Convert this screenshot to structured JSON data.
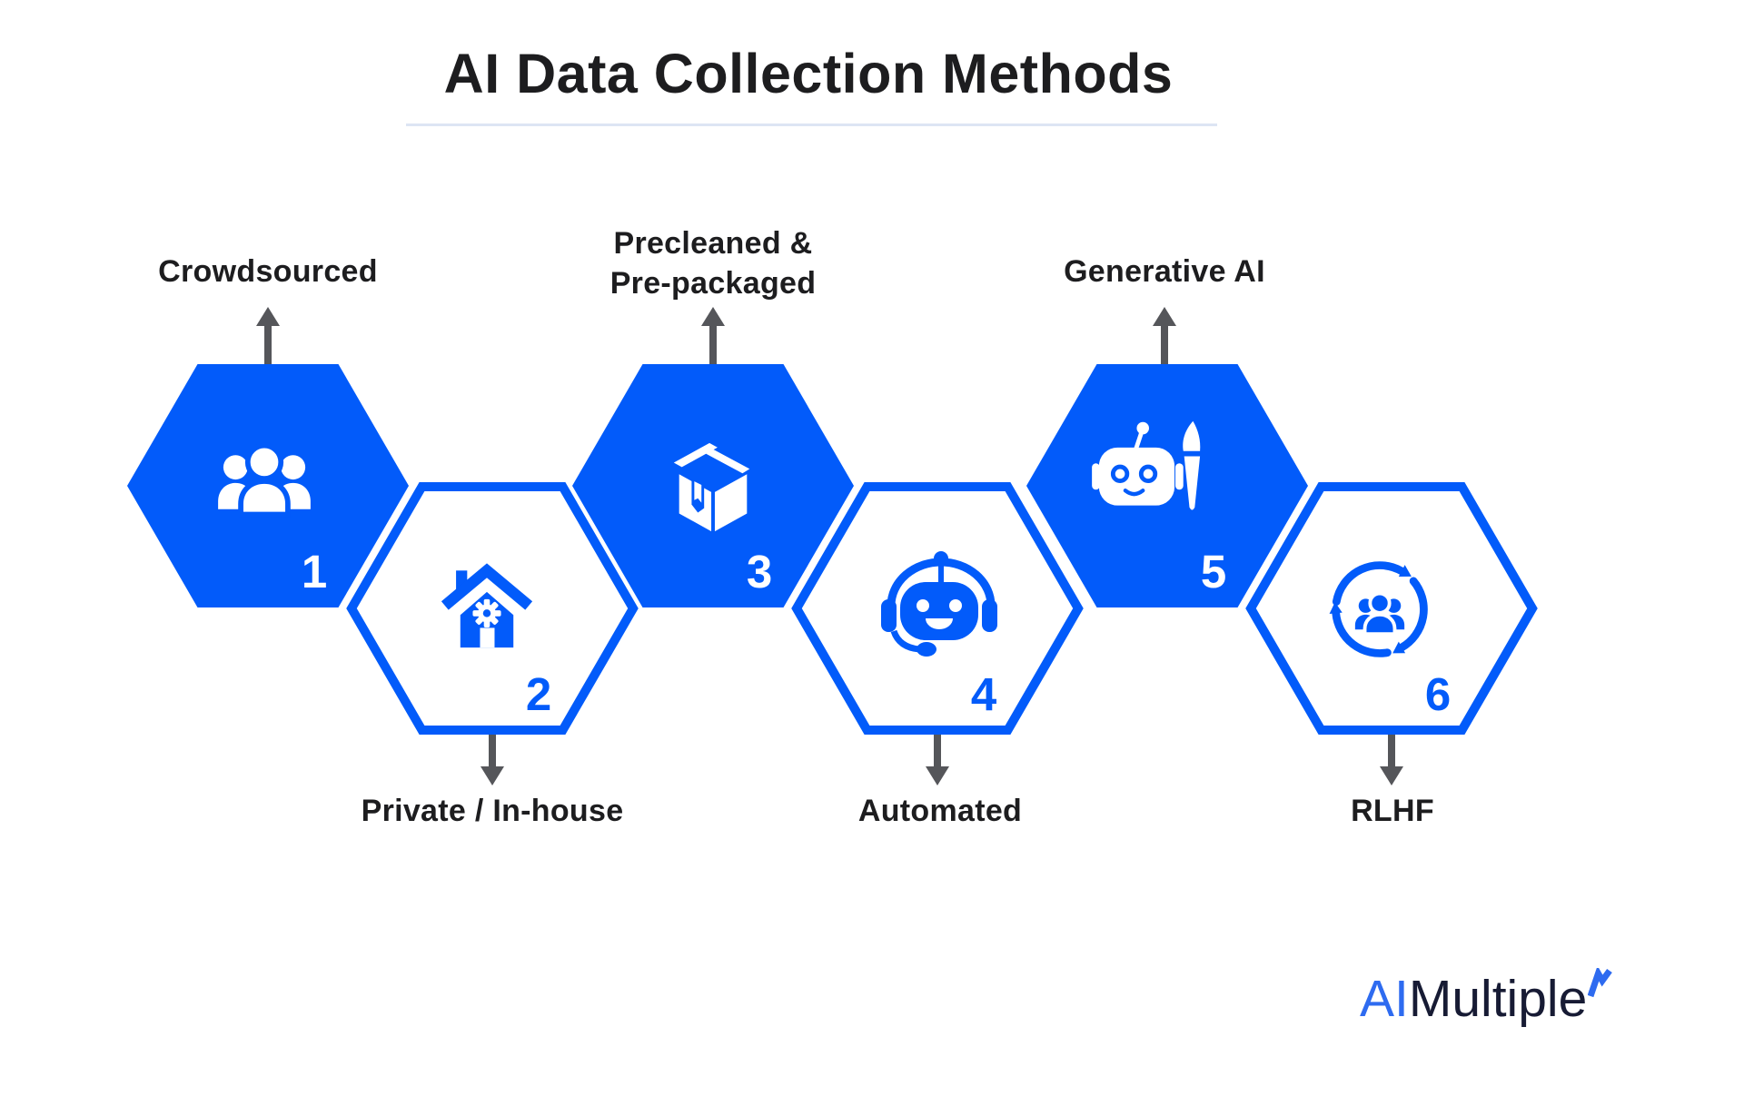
{
  "title": "AI Data Collection Methods",
  "methods": [
    {
      "number": "1",
      "label": "Crowdsourced",
      "hexagon": "filled",
      "icon": "crowd-icon",
      "label_position": "top"
    },
    {
      "number": "2",
      "label": "Private / In-house",
      "hexagon": "outlined",
      "icon": "house-gear-icon",
      "label_position": "bottom"
    },
    {
      "number": "3",
      "label": "Precleaned & Pre-packaged",
      "label_lines": [
        "Precleaned &",
        "Pre-packaged"
      ],
      "hexagon": "filled",
      "icon": "package-box-icon",
      "label_position": "top"
    },
    {
      "number": "4",
      "label": "Automated",
      "hexagon": "outlined",
      "icon": "chatbot-headset-icon",
      "label_position": "bottom"
    },
    {
      "number": "5",
      "label": "Generative AI",
      "hexagon": "filled",
      "icon": "robot-paintbrush-icon",
      "label_position": "top"
    },
    {
      "number": "6",
      "label": "RLHF",
      "hexagon": "outlined",
      "icon": "human-feedback-loop-icon",
      "label_position": "bottom"
    }
  ],
  "logo": {
    "prefix": "AI",
    "suffix": "Multiple"
  },
  "colors": {
    "hexagon_blue": "#025BFA",
    "arrow_gray": "#55565A",
    "text_dark": "#1D1D1F",
    "title_underline": "#DDE5F4",
    "logo_blue": "#2E6BF0",
    "logo_dark": "#171B34"
  }
}
